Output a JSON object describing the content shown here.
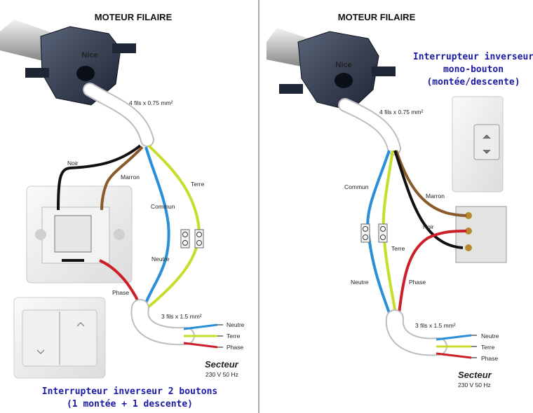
{
  "left": {
    "title": "MOTEUR FILAIRE",
    "motor_brand": "Nice",
    "cable_top": "4 fils x 0.75 mm²",
    "wire_noir": "Noir",
    "wire_marron": "Marron",
    "wire_commun": "Commun",
    "wire_terre": "Terre",
    "wire_neutre": "Neutre",
    "wire_phase": "Phase",
    "cable_bottom": "3 fils x 1.5 mm²",
    "out_neutre": "Neutre",
    "out_terre": "Terre",
    "out_phase": "Phase",
    "secteur": "Secteur",
    "secteur_spec": "230 V 50 Hz",
    "switch_caption_1": "Interrupteur inverseur 2 boutons",
    "switch_caption_2": "(1 montée + 1 descente)"
  },
  "right": {
    "title": "MOTEUR FILAIRE",
    "motor_brand": "Nice",
    "switch_caption_1": "Interrupteur inverseur",
    "switch_caption_2": "mono-bouton",
    "switch_caption_3": "(montée/descente)",
    "cable_top": "4 fils x 0.75 mm²",
    "wire_commun": "Commun",
    "wire_marron": "Marron",
    "wire_noir": "Noir",
    "wire_terre": "Terre",
    "wire_neutre": "Neutre",
    "wire_phase": "Phase",
    "cable_bottom": "3 fils x 1.5 mm²",
    "out_neutre": "Neutre",
    "out_terre": "Terre",
    "out_phase": "Phase",
    "secteur": "Secteur",
    "secteur_spec": "230 V 50 Hz"
  },
  "colors": {
    "blue_wire": "#2a8fd6",
    "yellow_green_wire": "#c8dc2a",
    "brown_wire": "#8a5a2b",
    "black_wire": "#111111",
    "red_wire": "#cc1f2a",
    "caption_blue": "#1a1aa6"
  }
}
